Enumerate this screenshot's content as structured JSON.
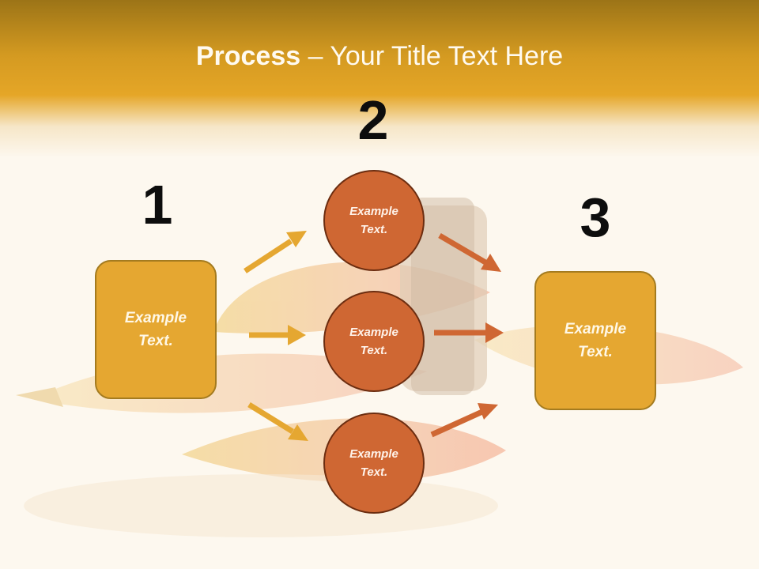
{
  "title": {
    "bold": "Process",
    "rest": " – Your Title Text Here"
  },
  "steps": [
    {
      "number": "1",
      "text": "Example Text."
    },
    {
      "number": "2",
      "items": [
        "Example Text.",
        "Example Text.",
        "Example Text."
      ]
    },
    {
      "number": "3",
      "text": "Example Text."
    }
  ],
  "colors": {
    "header": "#e5a627",
    "box_fill": "#e5a731",
    "circle_fill": "#cf6733",
    "arrow_left": "#e5a731",
    "arrow_right": "#cf6733"
  }
}
